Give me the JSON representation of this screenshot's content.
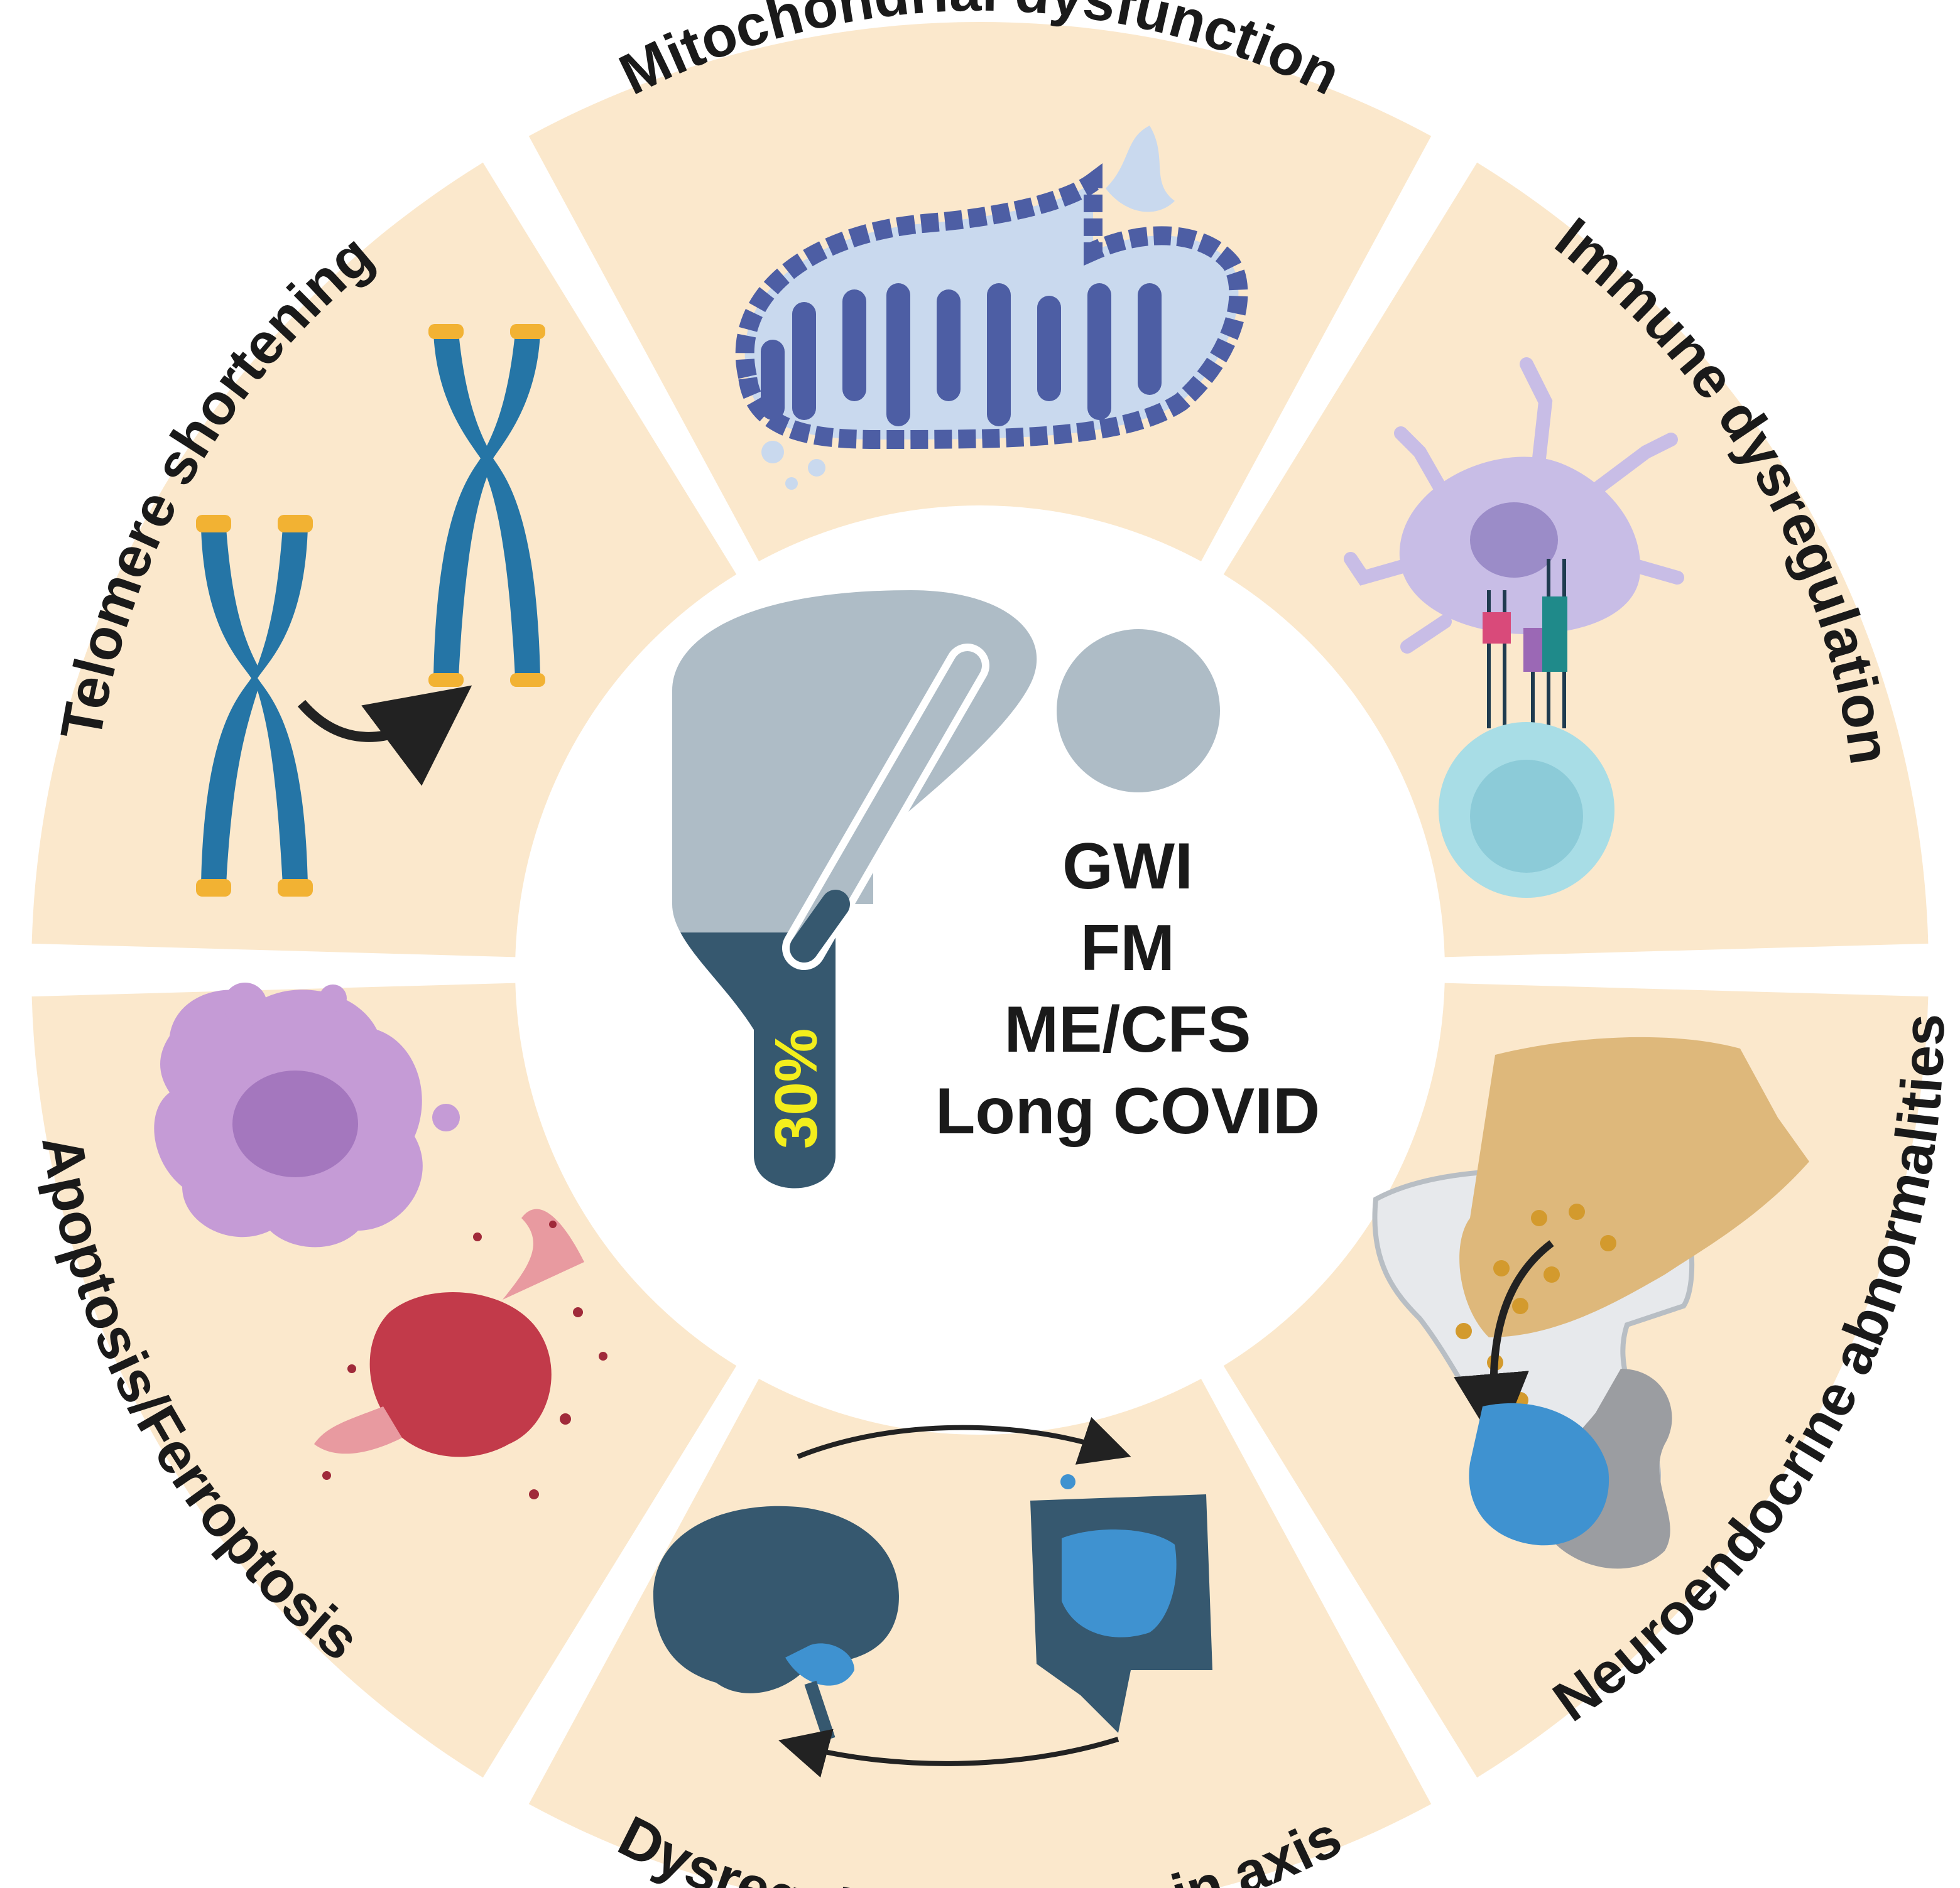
{
  "sections": {
    "mito": {
      "label": "Mitochondrial dysfunction"
    },
    "immune": {
      "label": "Immune dysregulation"
    },
    "neuro": {
      "label": "Neuroendocrine abnormalities"
    },
    "gut": {
      "label": "Dysregulated gut-brain axis"
    },
    "apop": {
      "label": "Apoptosis/Ferroptosis"
    },
    "telo": {
      "label": "Telomere shortening"
    }
  },
  "center": {
    "conditions": [
      "GWI",
      "FM",
      "ME/CFS",
      "Long COVID"
    ],
    "fill_percent_label": "30%",
    "fill_fraction": 0.3
  },
  "colors": {
    "sector_fill": "#fbe8cc",
    "center_fill": "#ffffff",
    "label_color": "#1a1a1a",
    "percent_color": "#f3ee1c",
    "icon_gray": "#aebcc6",
    "icon_dark": "#36586f"
  }
}
